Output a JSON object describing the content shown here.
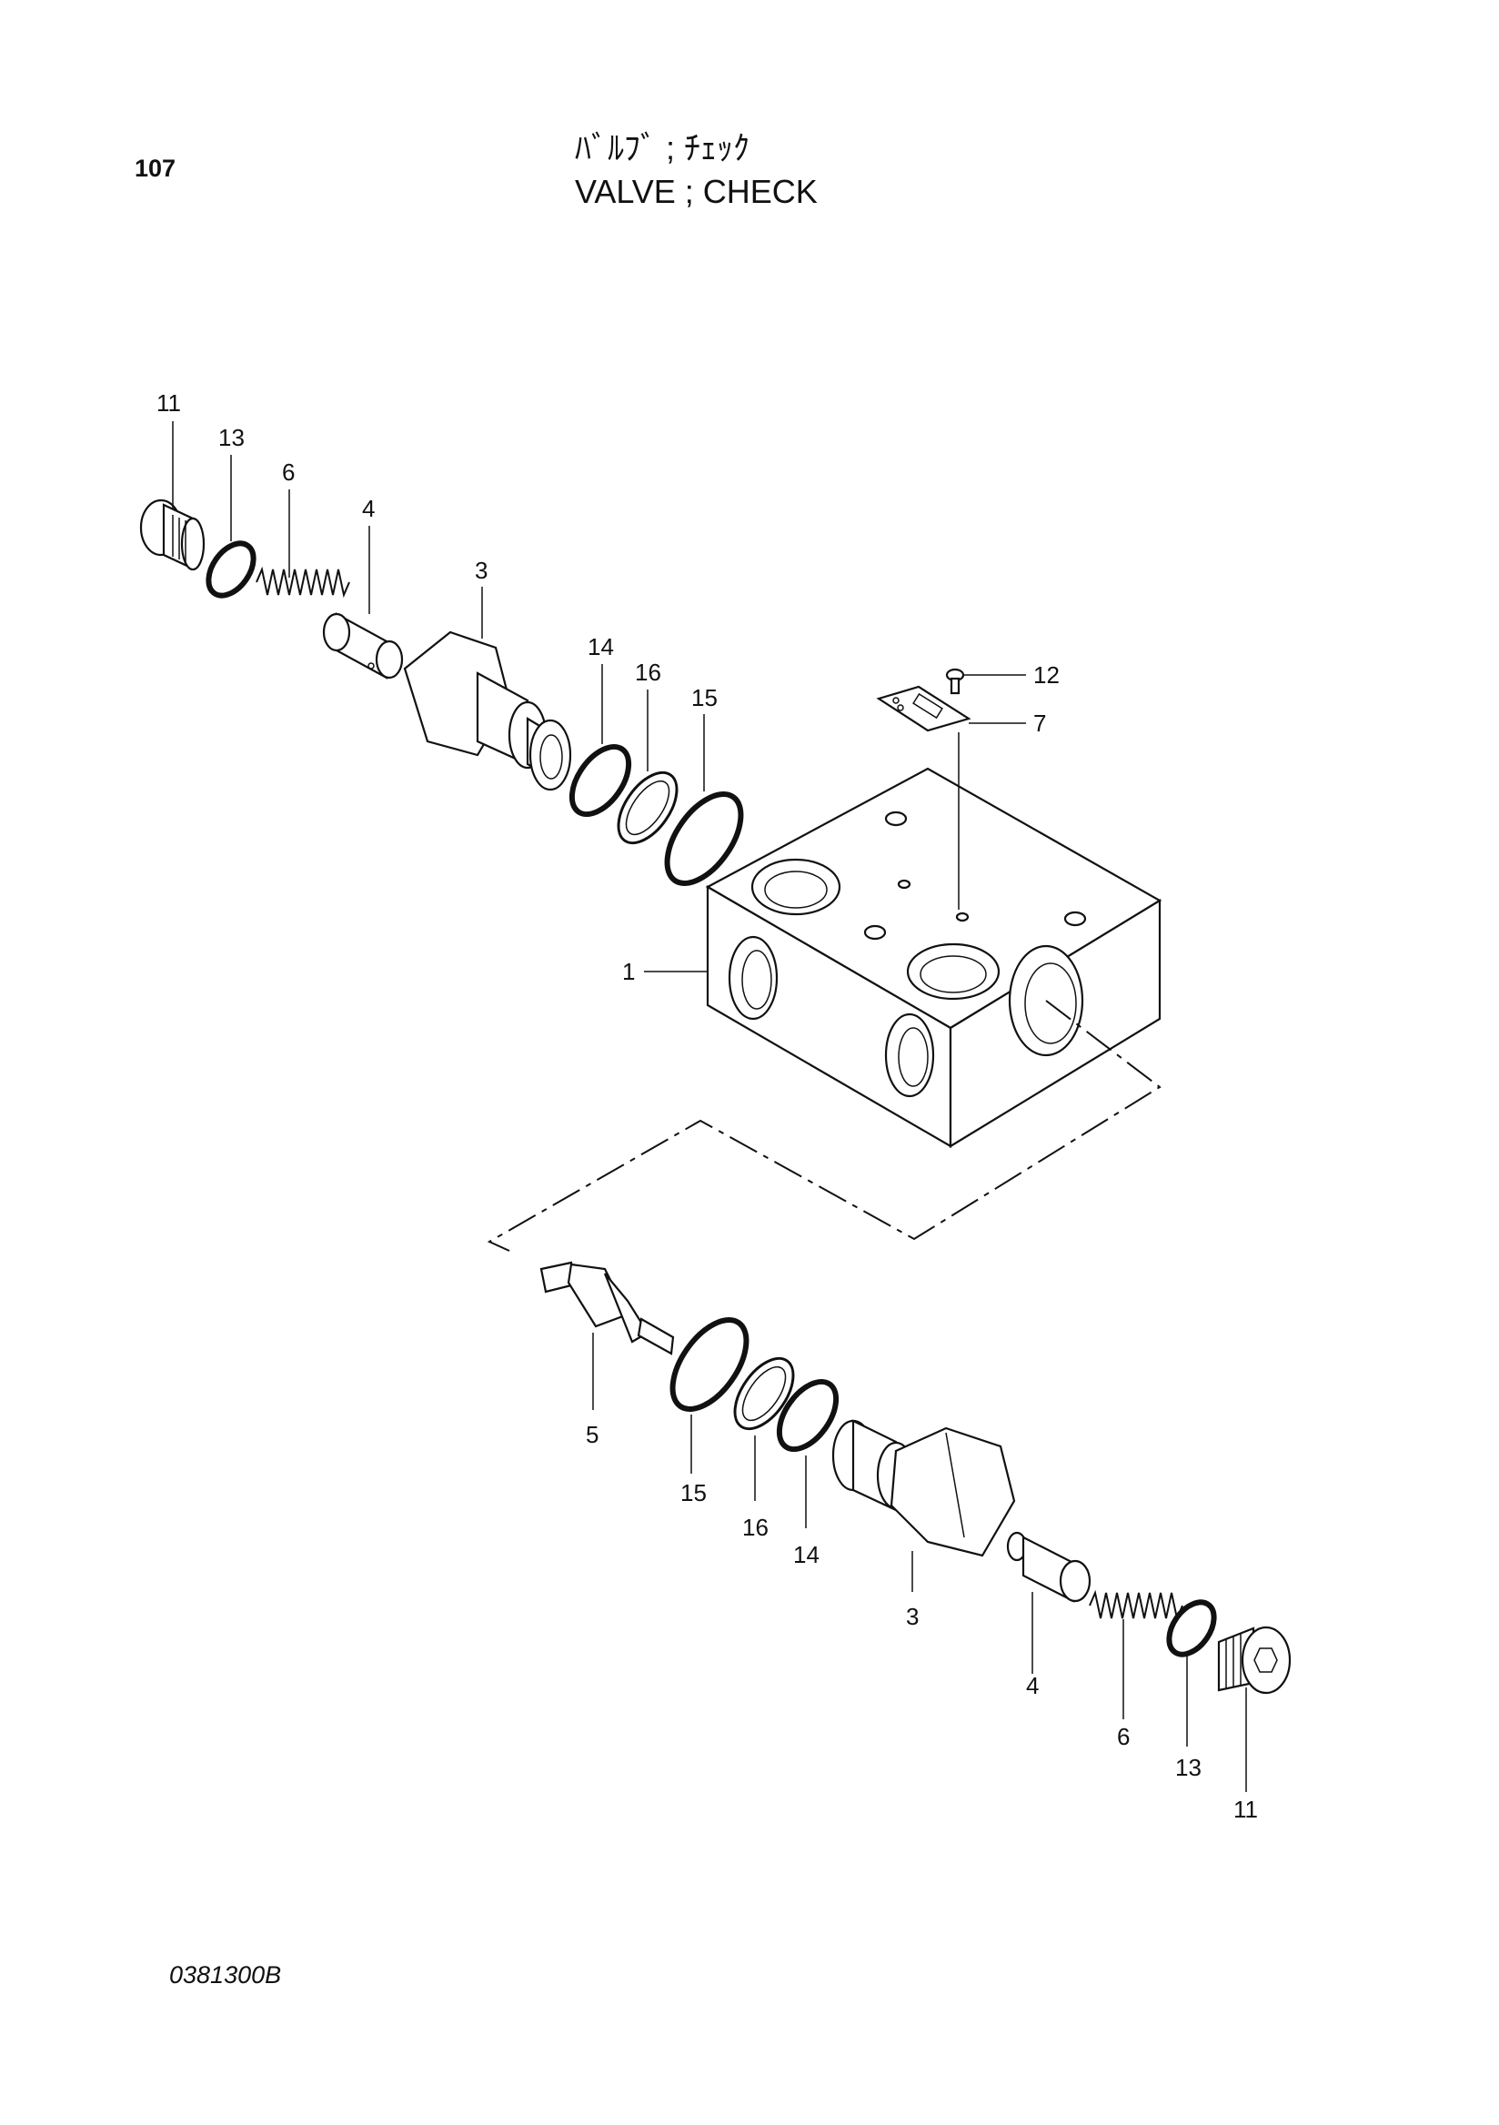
{
  "header": {
    "page_number": "107",
    "title_jp": "ﾊﾞﾙﾌﾞ ; ﾁｪｯｸ",
    "title_en": "VALVE ; CHECK"
  },
  "footer": {
    "drawing_code": "0381300B"
  },
  "callouts": {
    "upper": {
      "p11": "11",
      "p13": "13",
      "p6": "6",
      "p4": "4",
      "p3": "3",
      "p14": "14",
      "p16": "16",
      "p15": "15",
      "p12": "12",
      "p7": "7",
      "p1": "1"
    },
    "lower": {
      "p5": "5",
      "p15": "15",
      "p16": "16",
      "p14": "14",
      "p3": "3",
      "p4": "4",
      "p6": "6",
      "p13": "13",
      "p11": "11"
    }
  }
}
